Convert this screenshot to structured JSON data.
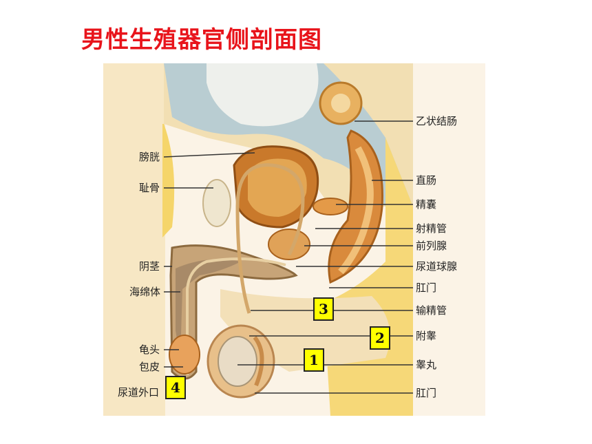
{
  "title": "男性生殖器官侧剖面图",
  "labels_left": [
    "膀胱",
    "耻骨",
    "阴茎",
    "海绵体",
    "龟头",
    "包皮",
    "尿道外口"
  ],
  "labels_right": [
    "乙状结肠",
    "直肠",
    "精囊",
    "射精管",
    "前列腺",
    "尿道球腺",
    "肛门",
    "输精管",
    "附睾",
    "睾丸",
    "肛门"
  ],
  "markers": [
    "3",
    "2",
    "1",
    "4"
  ],
  "colors": {
    "title": "#e8141b",
    "marker_fill": "#ffff00"
  }
}
